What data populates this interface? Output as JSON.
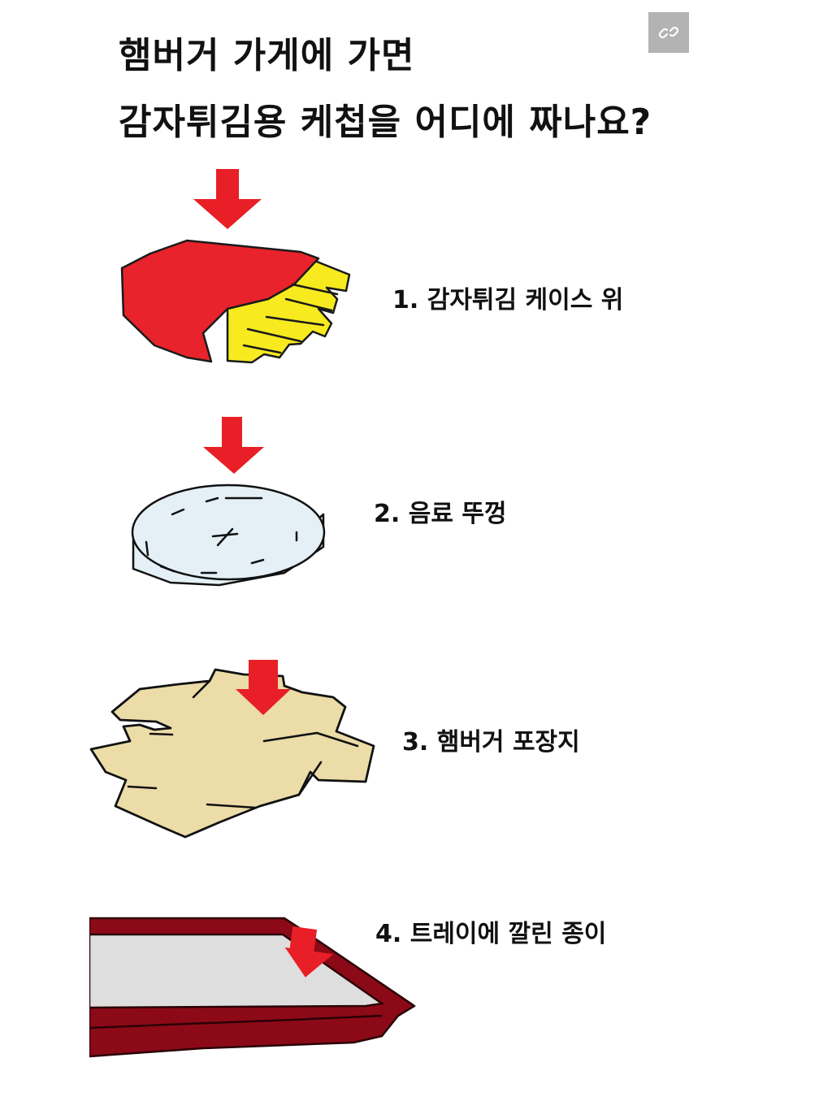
{
  "header": {
    "title_line1": "햄버거 가게에 가면",
    "title_line2": "감자튀김용 케첩을 어디에 짜나요?",
    "link_button_icon": "link-icon"
  },
  "options": [
    {
      "number": "1.",
      "label": "1. 감자튀김 케이스 위",
      "illustration": "french-fries-carton"
    },
    {
      "number": "2.",
      "label": "2. 음료 뚜껑",
      "illustration": "drink-lid"
    },
    {
      "number": "3.",
      "label": "3. 햄버거 포장지",
      "illustration": "burger-wrapper"
    },
    {
      "number": "4.",
      "label": "4. 트레이에 깔린 종이",
      "illustration": "tray-paper"
    }
  ],
  "colors": {
    "arrow": "#e81f26",
    "fries_box": "#e8232b",
    "fries": "#f7ea1f",
    "lid": "#e4f0f6",
    "wrapper": "#ecdca8",
    "tray": "#8c0a18",
    "tray_paper": "#dedede",
    "link_button_bg": "#b3b3b3"
  }
}
